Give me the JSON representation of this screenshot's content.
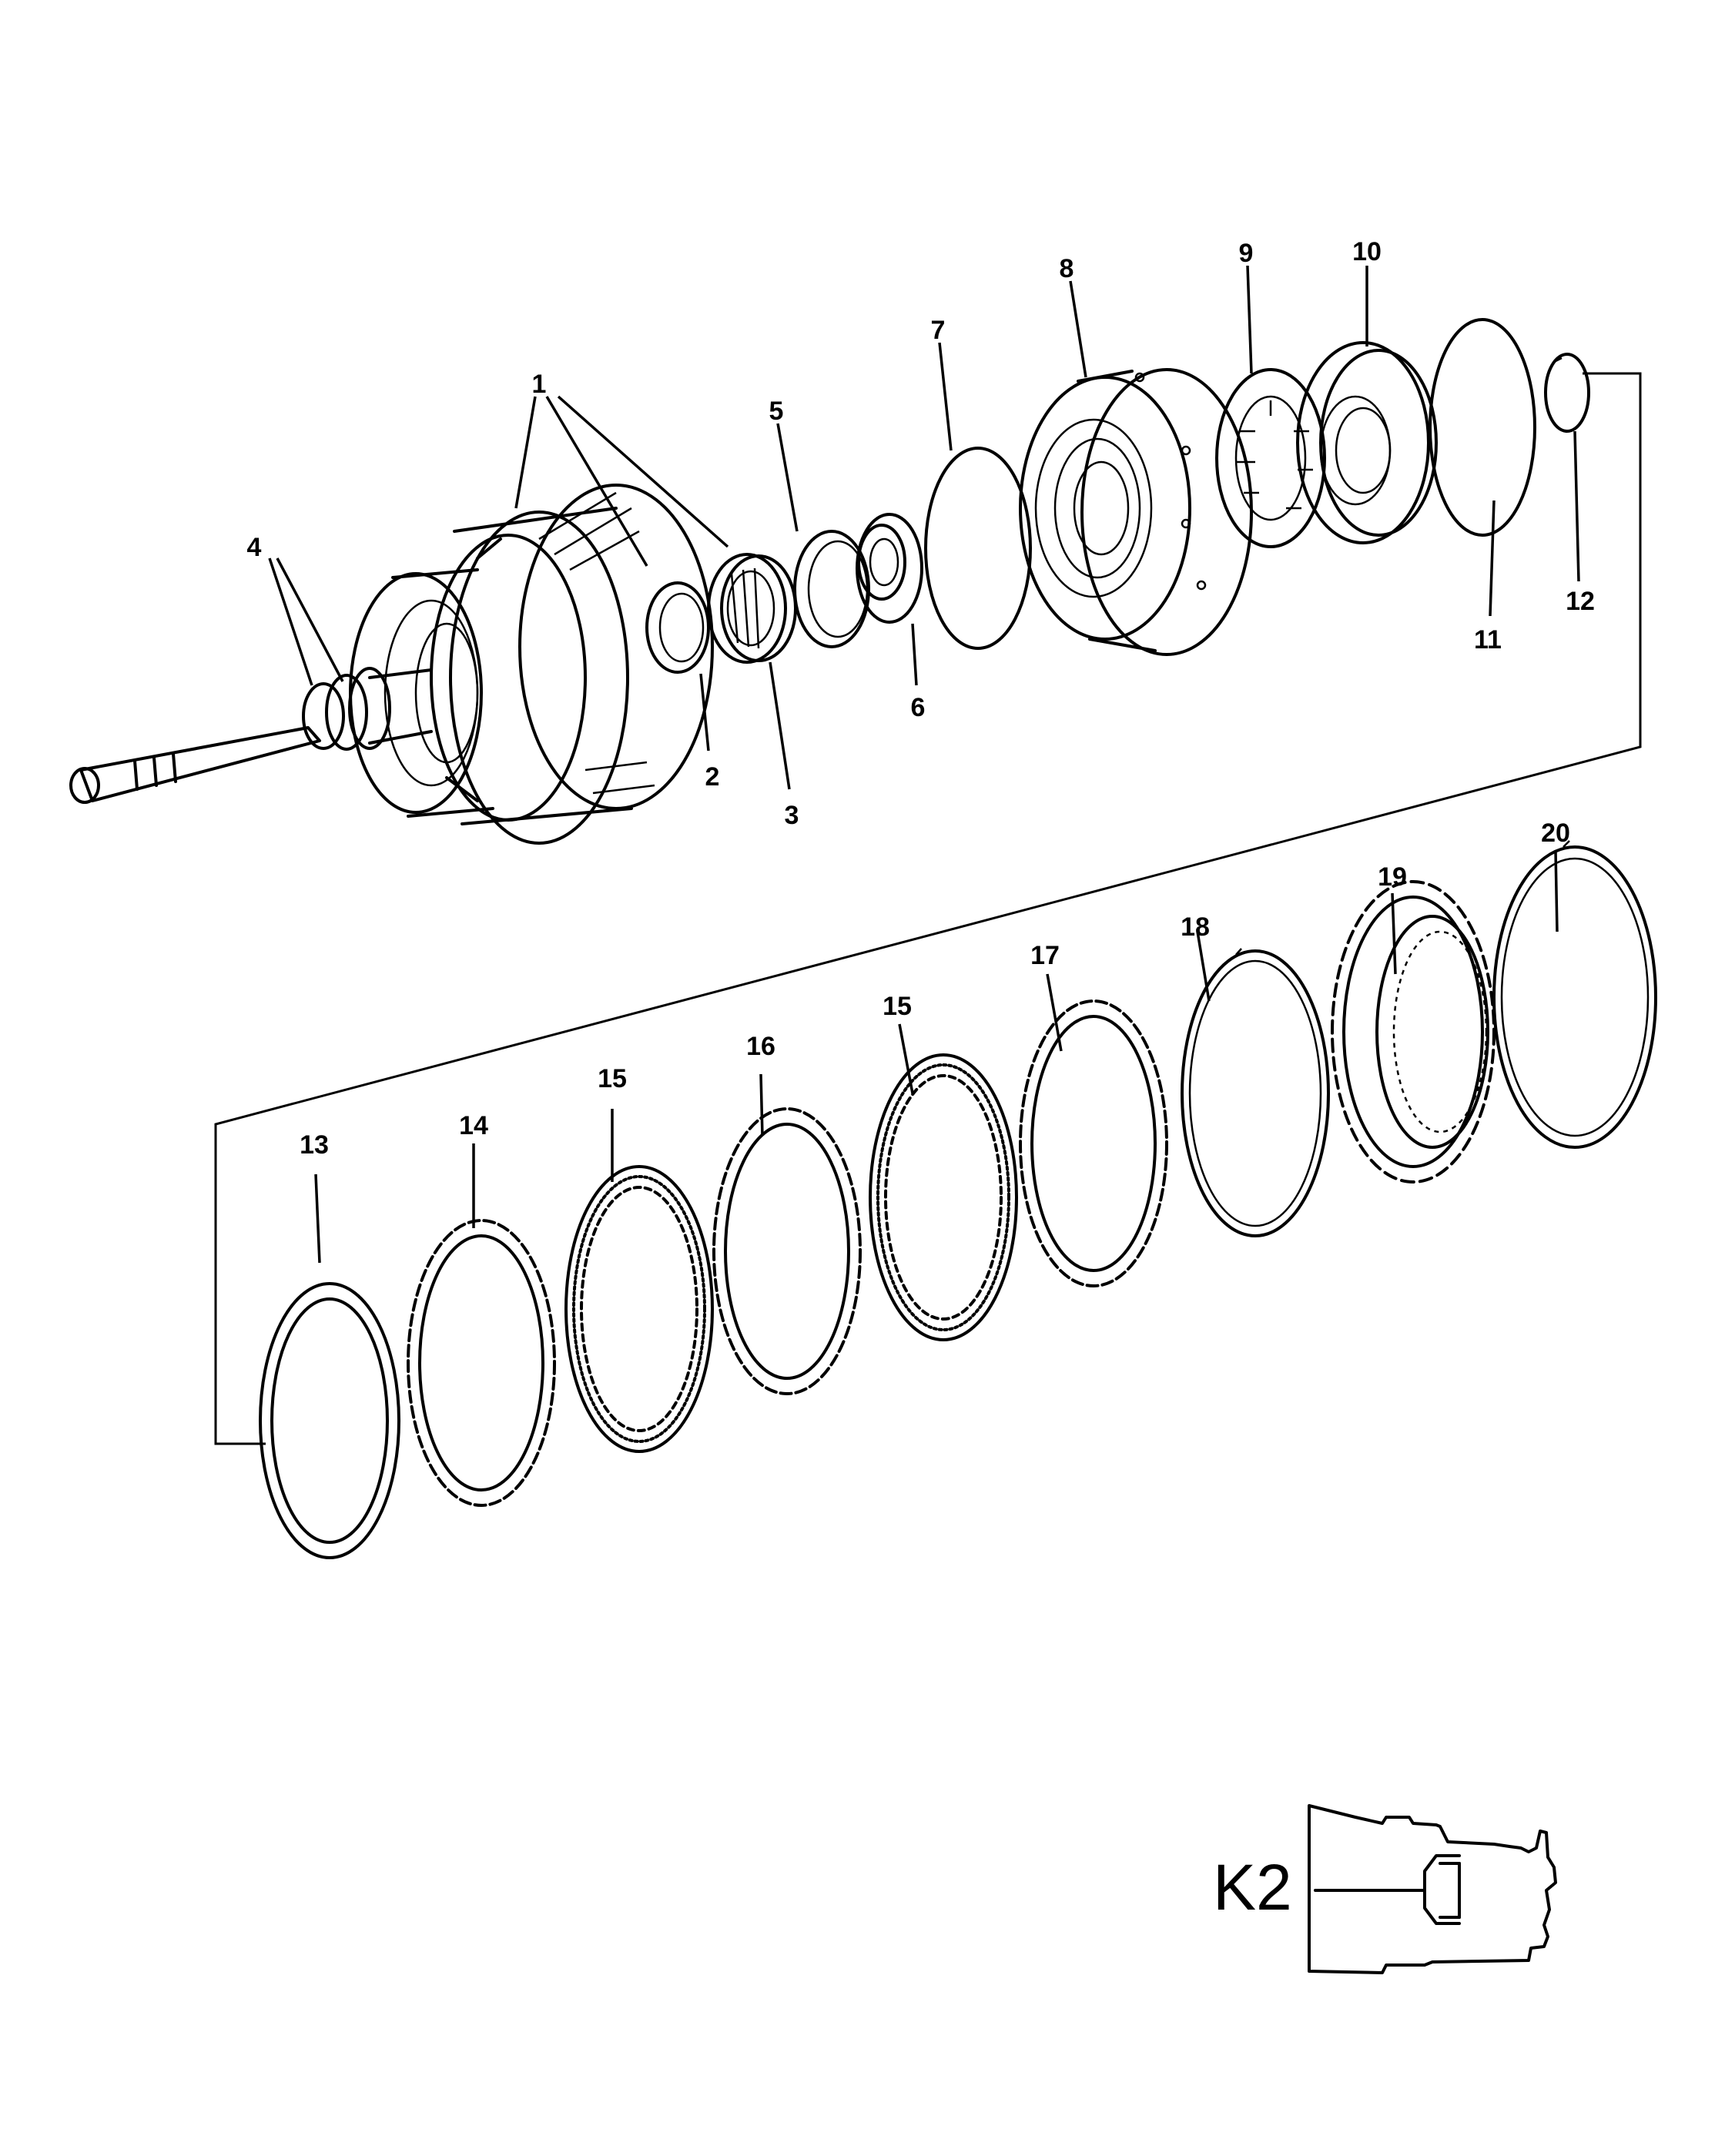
{
  "callouts": [
    "1",
    "2",
    "3",
    "4",
    "5",
    "6",
    "7",
    "8",
    "9",
    "10",
    "11",
    "12",
    "13",
    "14",
    "15",
    "16",
    "15",
    "17",
    "18",
    "19",
    "20"
  ],
  "inset": {
    "label": "K2"
  }
}
